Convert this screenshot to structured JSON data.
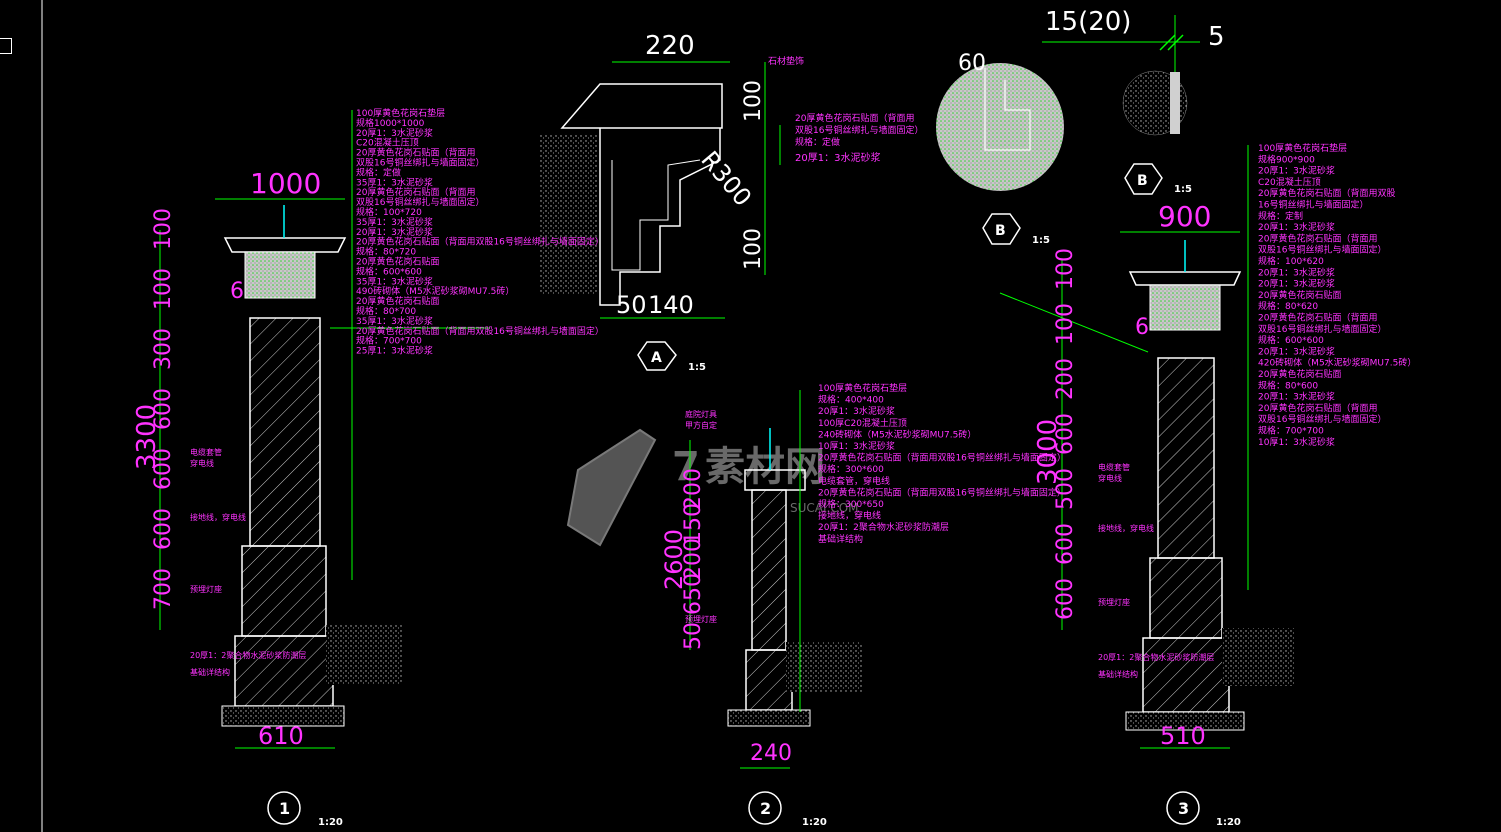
{
  "colors": {
    "background": "#000000",
    "dimension": "#00ff00",
    "annotation": "#ff33ff",
    "outline": "#ffffff",
    "label_dim_text": "#ff33ff",
    "fill": "#cccccc",
    "watermark": "#bfbfbf"
  },
  "watermark": {
    "brand": "素材网",
    "brand_prefix": "7",
    "url": "SUCAI.COM"
  },
  "detail_a": {
    "dims": {
      "top": "220",
      "right_1": "100",
      "right_2": "R300",
      "right_3": "100",
      "bottom_1": "50",
      "bottom_2": "140"
    },
    "labels": [
      "石材垫饰",
      "20厚黄色花岗石贴面（背面用",
      "双股16号铜丝绑扎与墙面固定）",
      "规格：定做",
      "20厚1：3水泥砂浆"
    ],
    "marker": "A",
    "scale": "1:5"
  },
  "detail_b1": {
    "dims": {
      "top": "60"
    },
    "marker": "B",
    "scale": "1:5"
  },
  "detail_b2": {
    "dims": {
      "top": "15(20)",
      "right": "5"
    },
    "marker": "B",
    "scale": "1:5"
  },
  "column_1": {
    "width_dim": "1000",
    "height_total": "3300",
    "height_segments": [
      "100",
      "100",
      "300",
      "600",
      "600",
      "600",
      "700"
    ],
    "bottom_dim": "610",
    "small_dim": "6",
    "marker": "1",
    "scale": "1:20",
    "callouts_right": [
      "100厚黄色花岗石垫层",
      "规格1000*1000",
      "20厚1：3水泥砂浆",
      "C20混凝土压顶",
      "20厚黄色花岗石贴面（背面用",
      "双股16号铜丝绑扎与墙面固定）",
      "规格：定做",
      "35厚1：3水泥砂浆",
      "20厚黄色花岗石贴面（背面用",
      "双股16号铜丝绑扎与墙面固定）",
      "规格：100*720",
      "35厚1：3水泥砂浆",
      "20厚1：3水泥砂浆",
      "20厚黄色花岗石贴面（背面用双股16号铜丝绑扎与墙面固定）",
      "规格：80*720",
      "20厚黄色花岗石贴面",
      "规格：600*600",
      "35厚1：3水泥砂浆",
      "490砖砌体（M5水泥砂浆砌MU7.5砖）",
      "20厚黄色花岗石贴面",
      "规格：80*700",
      "35厚1：3水泥砂浆",
      "20厚黄色花岗石贴面（背面用双股16号铜丝绑扎与墙面固定）",
      "规格：700*700",
      "25厚1：3水泥砂浆"
    ],
    "callouts_left": [
      "电缆套管",
      "穿电线",
      "接地线，穿电线",
      "预埋灯座",
      "20厚1：2聚合物水泥砂浆防潮层",
      "基础详结构"
    ]
  },
  "column_2": {
    "height_total": "2600",
    "height_segments": [
      "200",
      "150",
      "200",
      "650",
      "50"
    ],
    "bottom_dim": "240",
    "marker": "2",
    "scale": "1:20",
    "callouts_right": [
      "100厚黄色花岗石垫层",
      "规格：400*400",
      "20厚1：3水泥砂浆",
      "100厚C20混凝土压顶",
      "240砖砌体（M5水泥砂浆砌MU7.5砖）",
      "10厚1：3水泥砂浆",
      "20厚黄色花岗石贴面（背面用双股16号铜丝绑扎与墙面固定）",
      "规格：300*600",
      "电缆套管，穿电线",
      "20厚黄色花岗石贴面（背面用双股16号铜丝绑扎与墙面固定）",
      "规格：300*650",
      "接地线，穿电线",
      "20厚1：2聚合物水泥砂浆防潮层",
      "基础详结构"
    ],
    "callouts_left": [
      "庭院灯具",
      "甲方自定",
      "预埋灯座"
    ]
  },
  "column_3": {
    "width_dim": "900",
    "height_total": "3000",
    "height_segments": [
      "100",
      "100",
      "200",
      "600",
      "500",
      "600",
      "600"
    ],
    "bottom_dim": "510",
    "small_dim": "6",
    "marker": "3",
    "scale": "1:20",
    "callouts_right": [
      "100厚黄色花岗石垫层",
      "规格900*900",
      "20厚1：3水泥砂浆",
      "C20混凝土压顶",
      "20厚黄色花岗石贴面（背面用双股",
      "16号铜丝绑扎与墙面固定）",
      "规格：定制",
      "20厚1：3水泥砂浆",
      "20厚黄色花岗石贴面（背面用",
      "双股16号铜丝绑扎与墙面固定）",
      "规格：100*620",
      "20厚1：3水泥砂浆",
      "20厚1：3水泥砂浆",
      "20厚黄色花岗石贴面",
      "规格：80*620",
      "20厚黄色花岗石贴面（背面用",
      "双股16号铜丝绑扎与墙面固定）",
      "规格：600*600",
      "20厚1：3水泥砂浆",
      "420砖砌体（M5水泥砂浆砌MU7.5砖）",
      "20厚黄色花岗石贴面",
      "规格：80*600",
      "20厚1：3水泥砂浆",
      "20厚黄色花岗石贴面（背面用",
      "双股16号铜丝绑扎与墙面固定）",
      "规格：700*700",
      "10厚1：3水泥砂浆"
    ],
    "callouts_left": [
      "电缆套管",
      "穿电线",
      "接地线，穿电线",
      "预埋灯座",
      "20厚1：2聚合物水泥砂浆防潮层",
      "基础详结构"
    ]
  }
}
